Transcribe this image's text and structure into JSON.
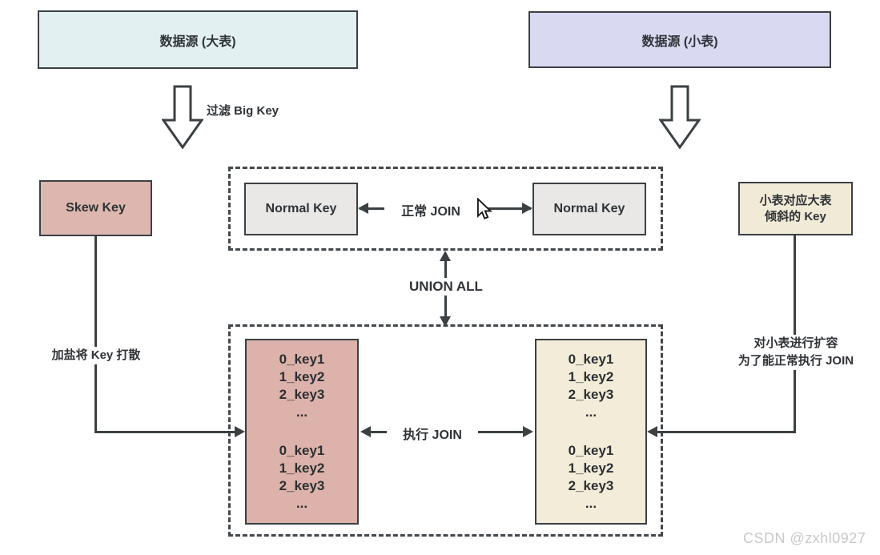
{
  "diagram": {
    "src_big": {
      "label": "数据源 (大表)"
    },
    "src_small": {
      "label": "数据源 (小表)"
    },
    "filter_label": "过滤 Big Key",
    "skew_key_label": "Skew Key",
    "normal_join": {
      "left": "Normal Key",
      "right": "Normal Key",
      "label": "正常 JOIN"
    },
    "small_table_box": {
      "line1": "小表对应大表",
      "line2": "倾斜的 Key"
    },
    "union_all_label": "UNION ALL",
    "salt_label": "加盐将 Key 打散",
    "expand_label": {
      "line1": "对小表进行扩容",
      "line2": "为了能正常执行 JOIN"
    },
    "exec_join_label": "执行 JOIN",
    "keys": {
      "groups": [
        {
          "lines": [
            "0_key1",
            "1_key2",
            "2_key3",
            "..."
          ]
        },
        {
          "lines": [
            "0_key1",
            "1_key2",
            "2_key3",
            "..."
          ]
        }
      ]
    },
    "watermark": "CSDN @zxhl0927",
    "colors": {
      "big_table_fill": "#e2f0f1",
      "small_table_fill": "#d9d9f2",
      "skew_key_fill": "#ddb7af",
      "normal_key_fill": "#e9e8e6",
      "small_skew_fill": "#f1ead7",
      "salted_keys_fill": "#dcb2aa",
      "expanded_keys_fill": "#f3ecd9",
      "line_color": "#3b4043",
      "watermark_color": "#c9c9c9"
    }
  }
}
